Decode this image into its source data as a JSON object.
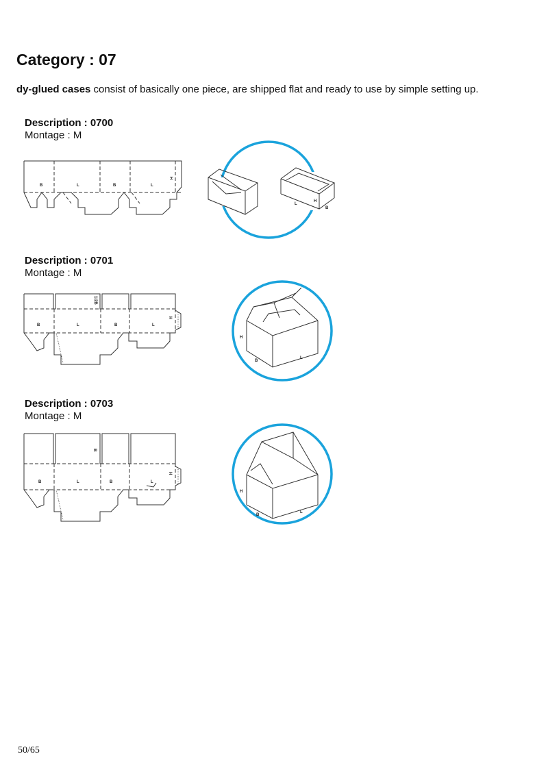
{
  "page": {
    "title": "Category : 07",
    "intro_bold": "dy-glued cases",
    "intro_rest": " consist of basically one piece, are shipped flat and ready to use by simple setting up.",
    "page_number": "50/65"
  },
  "entries": [
    {
      "description": "Description : 0700",
      "montage": "Montage : M"
    },
    {
      "description": "Description : 0701",
      "montage": "Montage : M"
    },
    {
      "description": "Description : 0703",
      "montage": "Montage : M"
    }
  ],
  "dimension_labels": {
    "b": "B",
    "l": "L",
    "h": "H",
    "half_b": "1/2B"
  },
  "colors": {
    "circle": "#1aa3dc",
    "line": "#333333"
  }
}
